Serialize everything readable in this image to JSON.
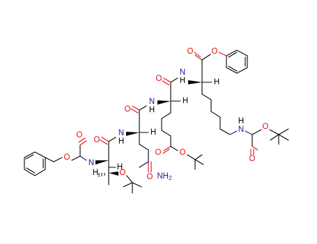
{
  "molecule": {
    "atom_labels": {
      "o_ester_top_carbonyl": "O",
      "o_ester_top_ether": "O",
      "nh_lys": "N",
      "h_lys": "H",
      "o_amide_lys": "O",
      "nh_glu": "N",
      "h_glu": "H",
      "o_amide_glu": "O",
      "nh_gln": "N",
      "h_gln": "H",
      "o_amide_gln": "O",
      "nh_thr": "N",
      "o_cbz_carbonyl": "O",
      "o_cbz_ether": "O",
      "h_thr_alpha": "H",
      "h_thr_beta": "H",
      "o_thr_ether": "O",
      "o_glu_ester_carbonyl": "O",
      "o_glu_ester_ether": "O",
      "nh2_gln": "NH",
      "nh2_gln_sub": "2",
      "n_boc": "N",
      "h_boc": "H",
      "o_boc_carbonyl": "O",
      "o_boc_ether": "O"
    },
    "colors": {
      "oxygen": "#e01010",
      "nitrogen": "#1a1aa6",
      "carbon": "#000000"
    }
  }
}
